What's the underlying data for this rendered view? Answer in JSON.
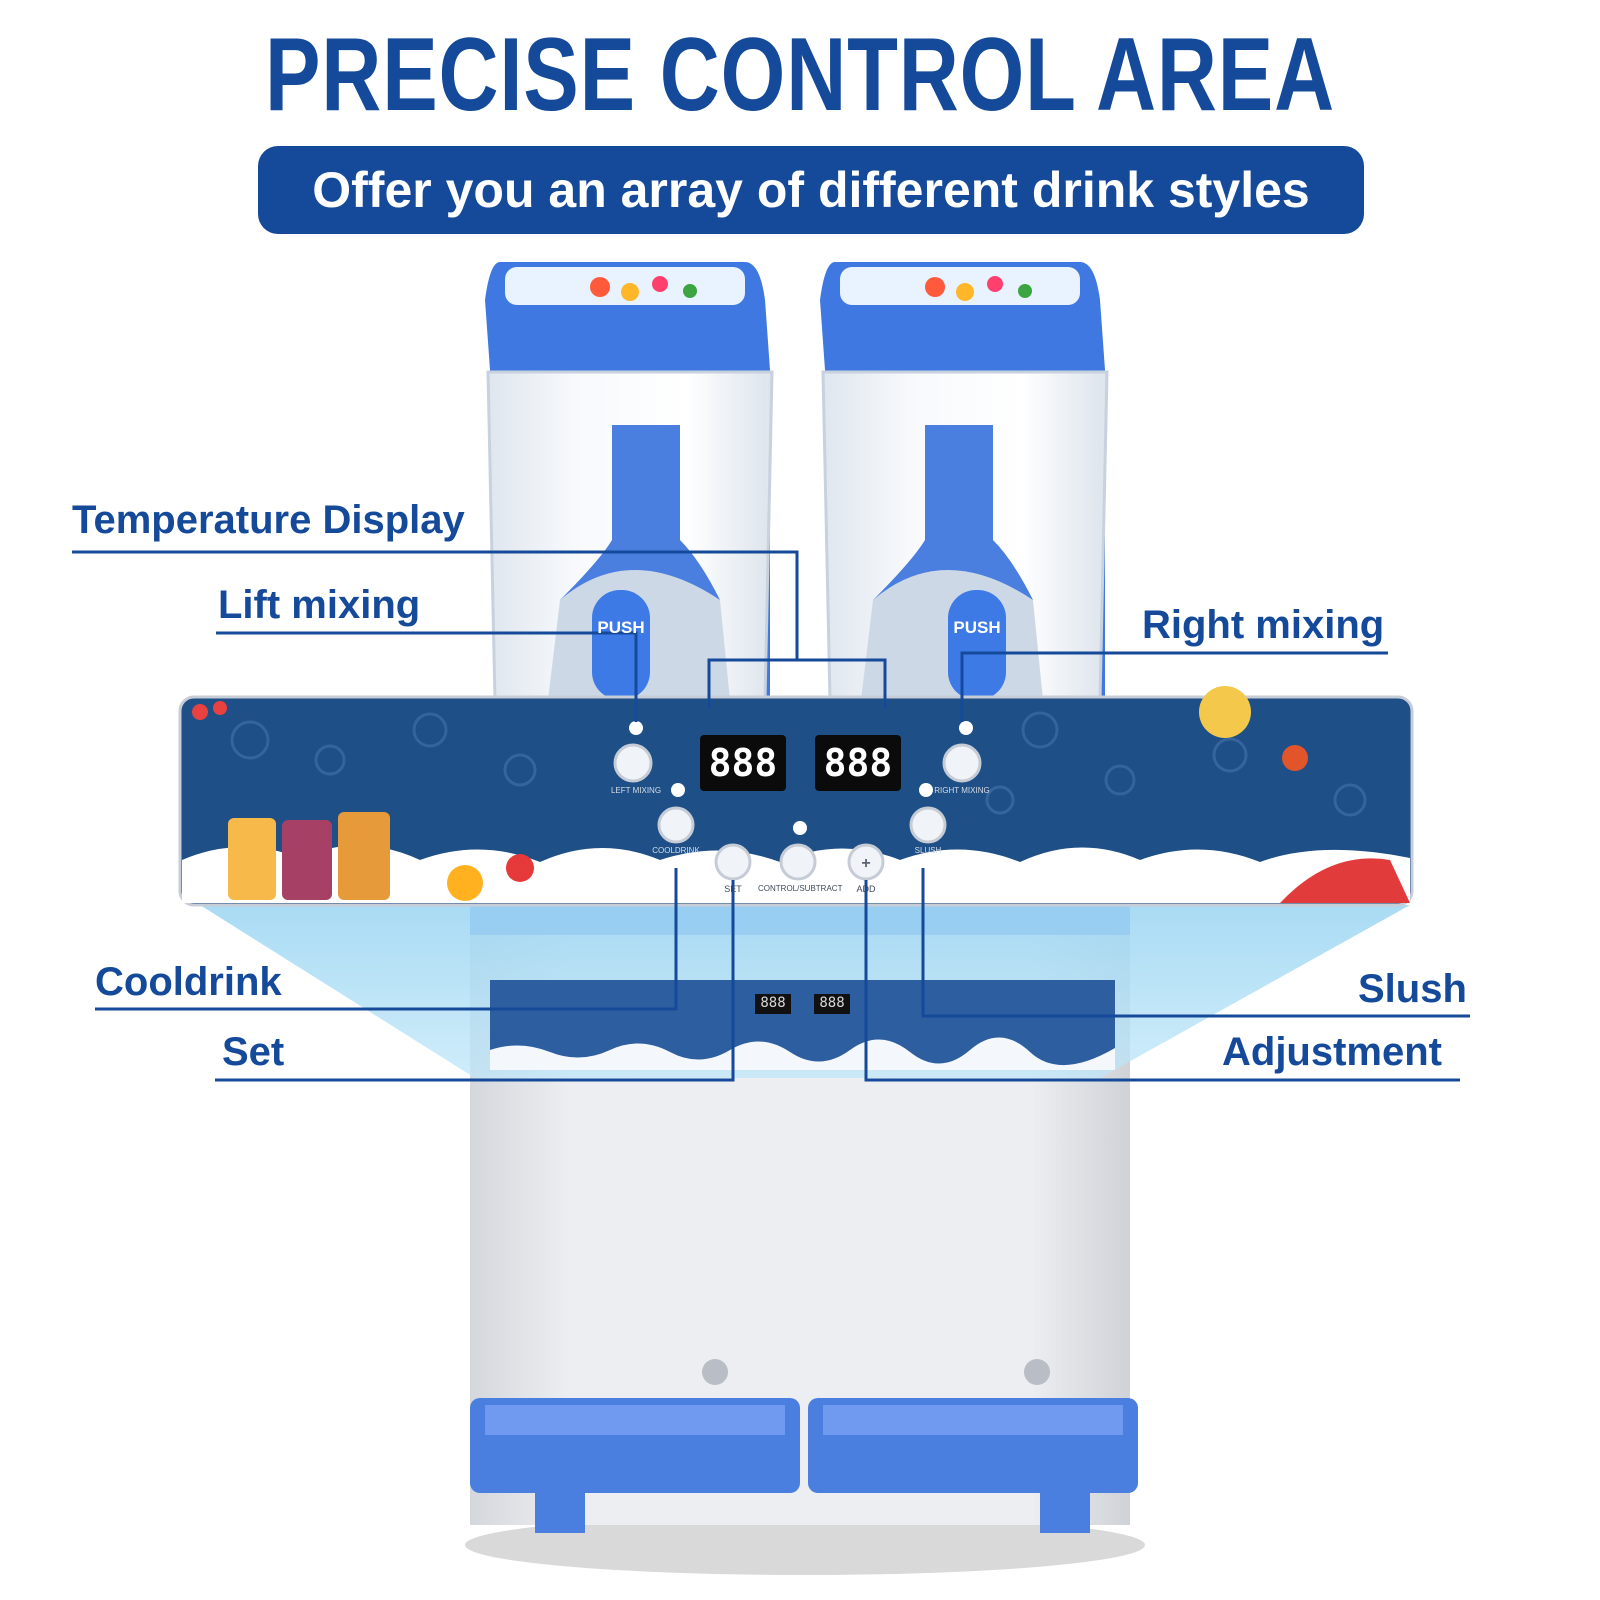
{
  "headline": "PRECISE CONTROL AREA",
  "subtitle": "Offer you an array of different drink styles",
  "callouts": {
    "temperature_display": "Temperature Display",
    "lift_mixing": "Lift mixing",
    "right_mixing": "Right mixing",
    "cooldrink": "Cooldrink",
    "set": "Set",
    "slush": "Slush",
    "adjustment": "Adjustment"
  },
  "machine": {
    "left_tap_label": "PUSH",
    "right_tap_label": "PUSH",
    "left_display": "888",
    "right_display": "888",
    "panel_labels": {
      "left_mixing": "LEFT MIXING",
      "right_mixing": "RIGHT MIXING",
      "cooldrink": "COOLDRINK",
      "slush": "SLUSH",
      "set": "SET",
      "subtract": "CONTROL/SUBTRACT",
      "add": "ADD"
    }
  },
  "colors": {
    "brand_blue": "#154a9a",
    "machine_blue": "#4a78d6",
    "panel_navy": "#1e4f86",
    "highlight": "#a6dcf5"
  }
}
